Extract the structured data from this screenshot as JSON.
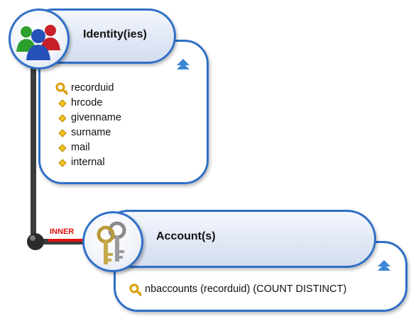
{
  "entities": [
    {
      "title": "Identity(ies)",
      "icon": "users-icon",
      "fields": [
        {
          "label": "recorduid",
          "kind": "key"
        },
        {
          "label": "hrcode",
          "kind": "attribute"
        },
        {
          "label": "givenname",
          "kind": "attribute"
        },
        {
          "label": "surname",
          "kind": "attribute"
        },
        {
          "label": "mail",
          "kind": "attribute"
        },
        {
          "label": "internal",
          "kind": "attribute"
        }
      ]
    },
    {
      "title": "Account(s)",
      "icon": "keys-icon",
      "fields": [
        {
          "label": "nbaccounts (recorduid) (COUNT DISTINCT)",
          "kind": "key"
        }
      ]
    }
  ],
  "join": {
    "label": "INNER",
    "color": "#e01010"
  },
  "colors": {
    "border": "#2f6fc7",
    "connector": "#444444",
    "key": "#e0a800"
  }
}
